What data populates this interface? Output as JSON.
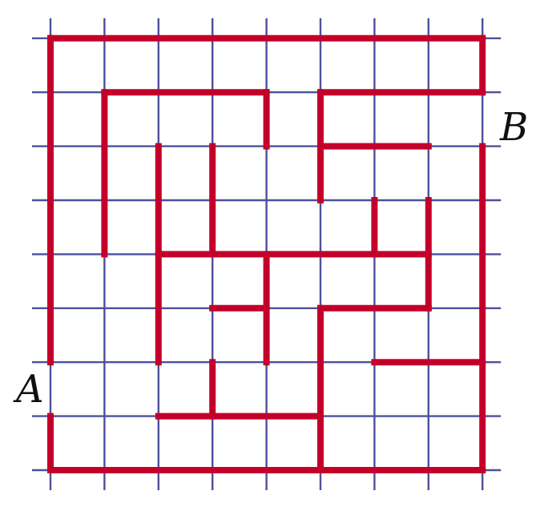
{
  "maze": {
    "grid_columns": 8,
    "grid_rows": 8,
    "start_label": "A",
    "end_label": "B",
    "colors": {
      "grid": "#4d4f9c",
      "wall": "#c4002a",
      "label": "#111111",
      "background": "#ffffff"
    },
    "walls": [
      [
        [
          0,
          8
        ],
        [
          8,
          8
        ]
      ],
      [
        [
          8,
          8
        ],
        [
          8,
          7
        ]
      ],
      [
        [
          0,
          8
        ],
        [
          0,
          2
        ]
      ],
      [
        [
          0,
          1
        ],
        [
          0,
          0
        ]
      ],
      [
        [
          0,
          0
        ],
        [
          8,
          0
        ]
      ],
      [
        [
          8,
          0
        ],
        [
          8,
          6
        ]
      ],
      [
        [
          1,
          7
        ],
        [
          4,
          7
        ]
      ],
      [
        [
          1,
          7
        ],
        [
          1,
          4
        ]
      ],
      [
        [
          4,
          7
        ],
        [
          4,
          6
        ]
      ],
      [
        [
          5,
          7
        ],
        [
          8,
          7
        ]
      ],
      [
        [
          5,
          7
        ],
        [
          5,
          5
        ]
      ],
      [
        [
          5,
          6
        ],
        [
          7,
          6
        ]
      ],
      [
        [
          2,
          6
        ],
        [
          2,
          2
        ]
      ],
      [
        [
          3,
          6
        ],
        [
          3,
          4
        ]
      ],
      [
        [
          2,
          4
        ],
        [
          7,
          4
        ]
      ],
      [
        [
          6,
          5
        ],
        [
          6,
          4
        ]
      ],
      [
        [
          7,
          5
        ],
        [
          7,
          3
        ]
      ],
      [
        [
          5,
          3
        ],
        [
          7,
          3
        ]
      ],
      [
        [
          5,
          3
        ],
        [
          5,
          0
        ]
      ],
      [
        [
          3,
          3
        ],
        [
          4,
          3
        ]
      ],
      [
        [
          4,
          4
        ],
        [
          4,
          2
        ]
      ],
      [
        [
          6,
          2
        ],
        [
          8,
          2
        ]
      ],
      [
        [
          3,
          2
        ],
        [
          3,
          1
        ]
      ],
      [
        [
          2,
          1
        ],
        [
          5,
          1
        ]
      ]
    ]
  }
}
